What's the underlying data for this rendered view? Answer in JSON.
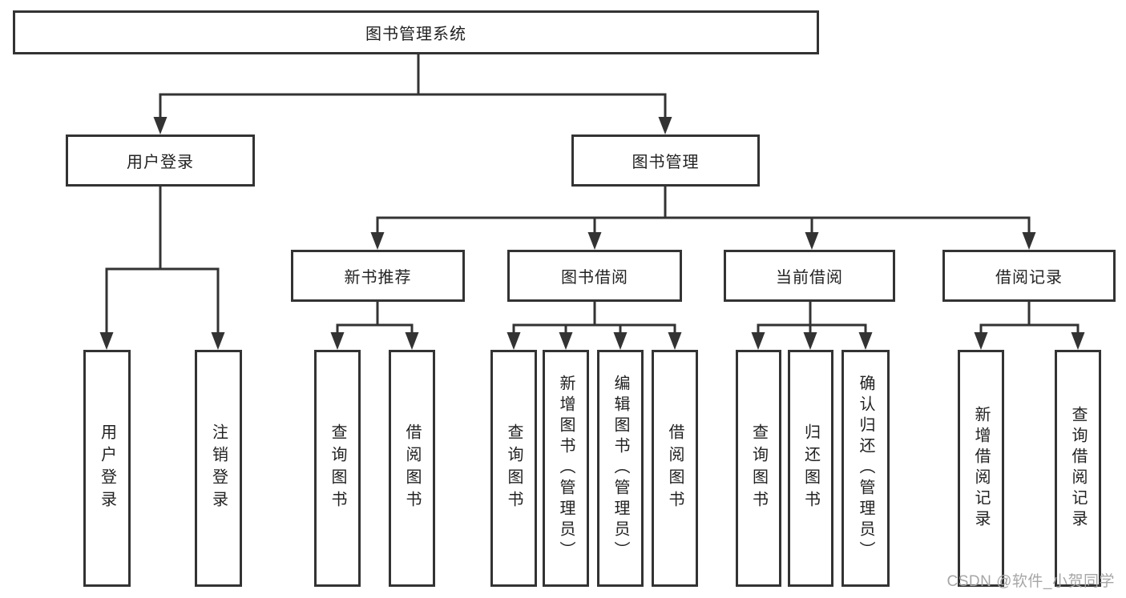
{
  "diagram": {
    "root": {
      "label": "图书管理系统"
    },
    "level2": [
      {
        "label": "用户登录",
        "children": [
          {
            "label": "用户登录"
          },
          {
            "label": "注销登录"
          }
        ]
      },
      {
        "label": "图书管理",
        "children": [
          {
            "label": "新书推荐",
            "children": [
              {
                "label": "查询图书"
              },
              {
                "label": "借阅图书"
              }
            ]
          },
          {
            "label": "图书借阅",
            "children": [
              {
                "label": "查询图书"
              },
              {
                "label": "新增图书（管理员）"
              },
              {
                "label": "编辑图书（管理员）"
              },
              {
                "label": "借阅图书"
              }
            ]
          },
          {
            "label": "当前借阅",
            "children": [
              {
                "label": "查询图书"
              },
              {
                "label": "归还图书"
              },
              {
                "label": "确认归还（管理员）"
              }
            ]
          },
          {
            "label": "借阅记录",
            "children": [
              {
                "label": "新增借阅记录"
              },
              {
                "label": "查询借阅记录"
              }
            ]
          }
        ]
      }
    ]
  },
  "watermark": {
    "text": "CSDN @软件_小贺同学"
  },
  "colors": {
    "line": "#333333",
    "text": "#222222",
    "watermark": "#a6a6a6",
    "background": "#ffffff"
  }
}
